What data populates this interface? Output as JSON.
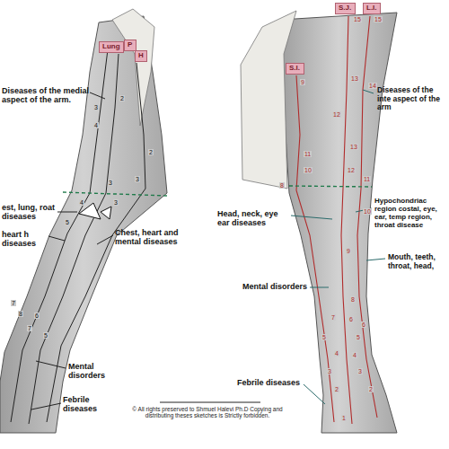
{
  "diagram": {
    "nodes": [
      {
        "text": [
          "Lung"
        ]
      },
      {
        "text": [
          "P"
        ]
      },
      {
        "text": [
          "H"
        ]
      },
      {
        "text": [
          "S.J."
        ]
      },
      {
        "text": [
          "L.I."
        ]
      },
      {
        "text": [
          "S.I."
        ]
      }
    ],
    "labels": [
      "Diseases of the medial aspect of the arm.",
      "est, lung, roat diseases",
      "heart h diseases",
      "Chest, heart and mental diseases",
      "Mental disorders",
      "Febrile diseases",
      "© All rights preserved to Shmuel Halevi Ph.D Copying and distributing theses sketches is Strictly forbidden.",
      "Diseases of the inte aspect of the arm",
      "Hypochondriac region costal, eye, ear, temp region, throat disease",
      "Head, neck, eye ear diseases",
      "Mouth, teeth, throat, head,",
      "Mental disorders",
      "Febrile diseases",
      "3",
      "4",
      "2",
      "2",
      "3",
      "3",
      "4",
      "5",
      "3",
      "7",
      "8",
      "6",
      "7",
      "5",
      "15",
      "15",
      "9",
      "13",
      "14",
      "12",
      "13",
      "11",
      "10",
      "12",
      "8",
      "11",
      "10",
      "9",
      "8",
      "7",
      "6",
      "6",
      "5",
      "5",
      "4",
      "4",
      "3",
      "3",
      "2",
      "2",
      "1"
    ]
  }
}
